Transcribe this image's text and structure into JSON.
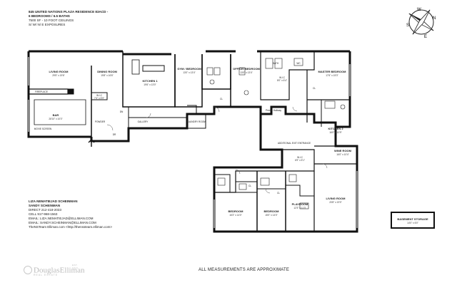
{
  "header": {
    "line1": "845 UNITED NATIONS PLAZA RESIDENCE 83ACD -",
    "line2": "6 BEDROOMS / 6.5 BATHS",
    "line3": "7500 SF - 10 FOOT CEILINGS",
    "line4": "S/ W/ N/ E EXPOSURES"
  },
  "rooms": {
    "living_room": {
      "name": "LIVING ROOM",
      "dim": "29'5\" x 19'6\""
    },
    "dining_room": {
      "name": "DINING ROOM",
      "dim": "19'8\" x 16'6\""
    },
    "kitchen1": {
      "name": "KITCHEN 1",
      "dim": "19'6\" x 13'0\""
    },
    "gym": {
      "name": "GYM / BEDROOM",
      "dim": "13'0\" x 13'4\""
    },
    "office": {
      "name": "OFFICE/ BEDROOM",
      "dim": "13'0\" x 13'4\""
    },
    "master": {
      "name": "MASTER BEDROOM",
      "dim": "17'6\" x 15'3\""
    },
    "bar": {
      "name": "BAR",
      "dim": "28'10\" x 10'0\""
    },
    "kitchen2": {
      "name": "KITCHEN 2",
      "dim": "16'0\" x 10'9\""
    },
    "wine": {
      "name": "WINE ROOM",
      "dim": "16'0\" x 10'4\""
    },
    "living2": {
      "name": "LIVING ROOM",
      "dim": "20'8\" x 19'0\""
    },
    "bed_left": {
      "name": "BEDROOM",
      "dim": "16'3\" x 14'0\""
    },
    "bed_mid": {
      "name": "BEDROOM",
      "dim": "15'0\" x 14'0\""
    },
    "playroom": {
      "name": "PLAYROOM",
      "dim": "12'3\" x 11'3\""
    },
    "storage": {
      "name": "BASEMENT STORAGE",
      "dim": "14'0\" x 6'0\""
    }
  },
  "labels": {
    "fireplace": "FIREPLACE",
    "movie": "MOVIE SCREEN",
    "gallery": "GALLERY",
    "wic": "W.I.C",
    "powder": "POWDER",
    "laundry": "LAUNDRY ROOM",
    "exit": "ADDITIONAL EXIT/ ENTRANCE",
    "corridor": "Private Hallway",
    "cl": "CL",
    "dn": "DN",
    "bath": "BATH",
    "wc": "WC",
    "dr": "DR",
    "wic_small_dim": "7'4\" x 5'9\"",
    "wic_upper_dim": "8'0\" x 6'4\"",
    "wic_lower_dim": "6'9\" x 5'1\""
  },
  "contact": {
    "name1": "LIZA NEMATIEJAD SCHEINMAN",
    "name2": "SANDY SCHEINMAN",
    "direct": "DIRECT 212-418-2033",
    "cell": "CELL 917-968-1563",
    "email1": "EMAIL: LIZA.NEMATIEJAD@ELLIMAN.COM",
    "email2": "EMAIL: SANDY.SCHEINMAN@ELLIMAN.COM",
    "web": "TheNSTeam Elliman.com <http://thenssteam.elliman.com>"
  },
  "footer": "ALL MEASUREMENTS ARE APPROXIMATE",
  "logo": {
    "name": "DouglasElliman",
    "sub": "REAL ESTATE",
    "est": "EST. 1911"
  },
  "compass": {
    "n": "N",
    "s": "S",
    "e": "E",
    "w": "W"
  }
}
